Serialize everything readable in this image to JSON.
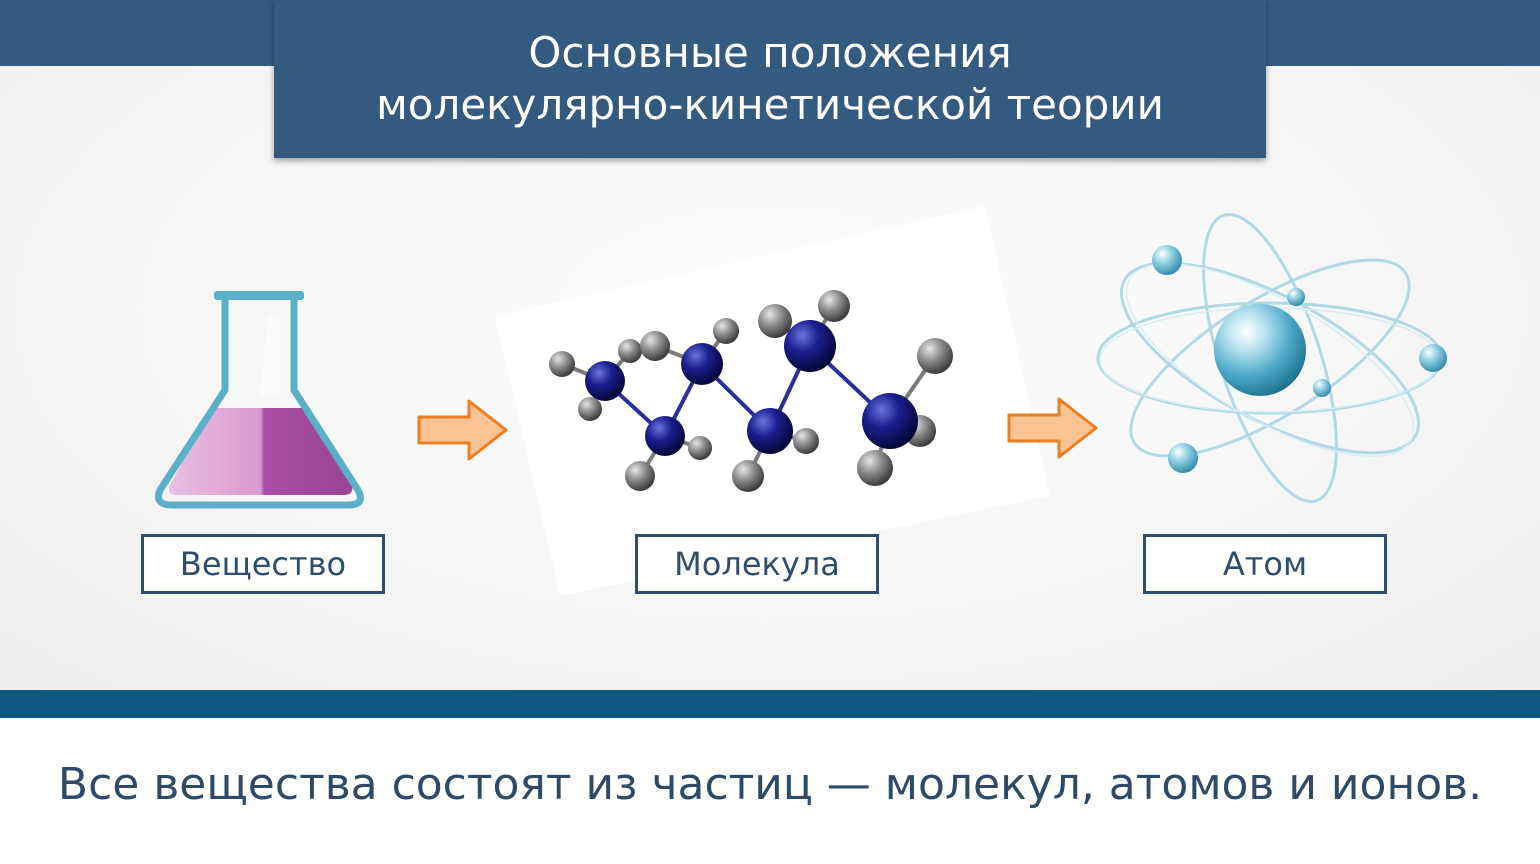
{
  "title": {
    "line1": "Основные положения",
    "line2": "молекулярно-кинетической теории"
  },
  "steps": [
    {
      "label": "Вещество",
      "icon": "flask-icon"
    },
    {
      "label": "Молекула",
      "icon": "molecule-icon"
    },
    {
      "label": "Атом",
      "icon": "atom-icon"
    }
  ],
  "arrows": [
    "arrow-right-icon",
    "arrow-right-icon"
  ],
  "caption": "Все вещества состоят из частиц — молекул, атомов и ионов.",
  "colors": {
    "header": "#355a80",
    "bottom_bar": "#0e5982",
    "label_border": "#2f4d6e",
    "arrow_fill": "#fbc393",
    "arrow_stroke": "#ef7d22",
    "flask_glass": "#5ab0c8",
    "flask_liquid": "#a94fa2",
    "molecule_atom": "#1a1f8f",
    "molecule_hydrogen": "#8a8a8a",
    "atom_nucleus": "#4aa7c7"
  }
}
